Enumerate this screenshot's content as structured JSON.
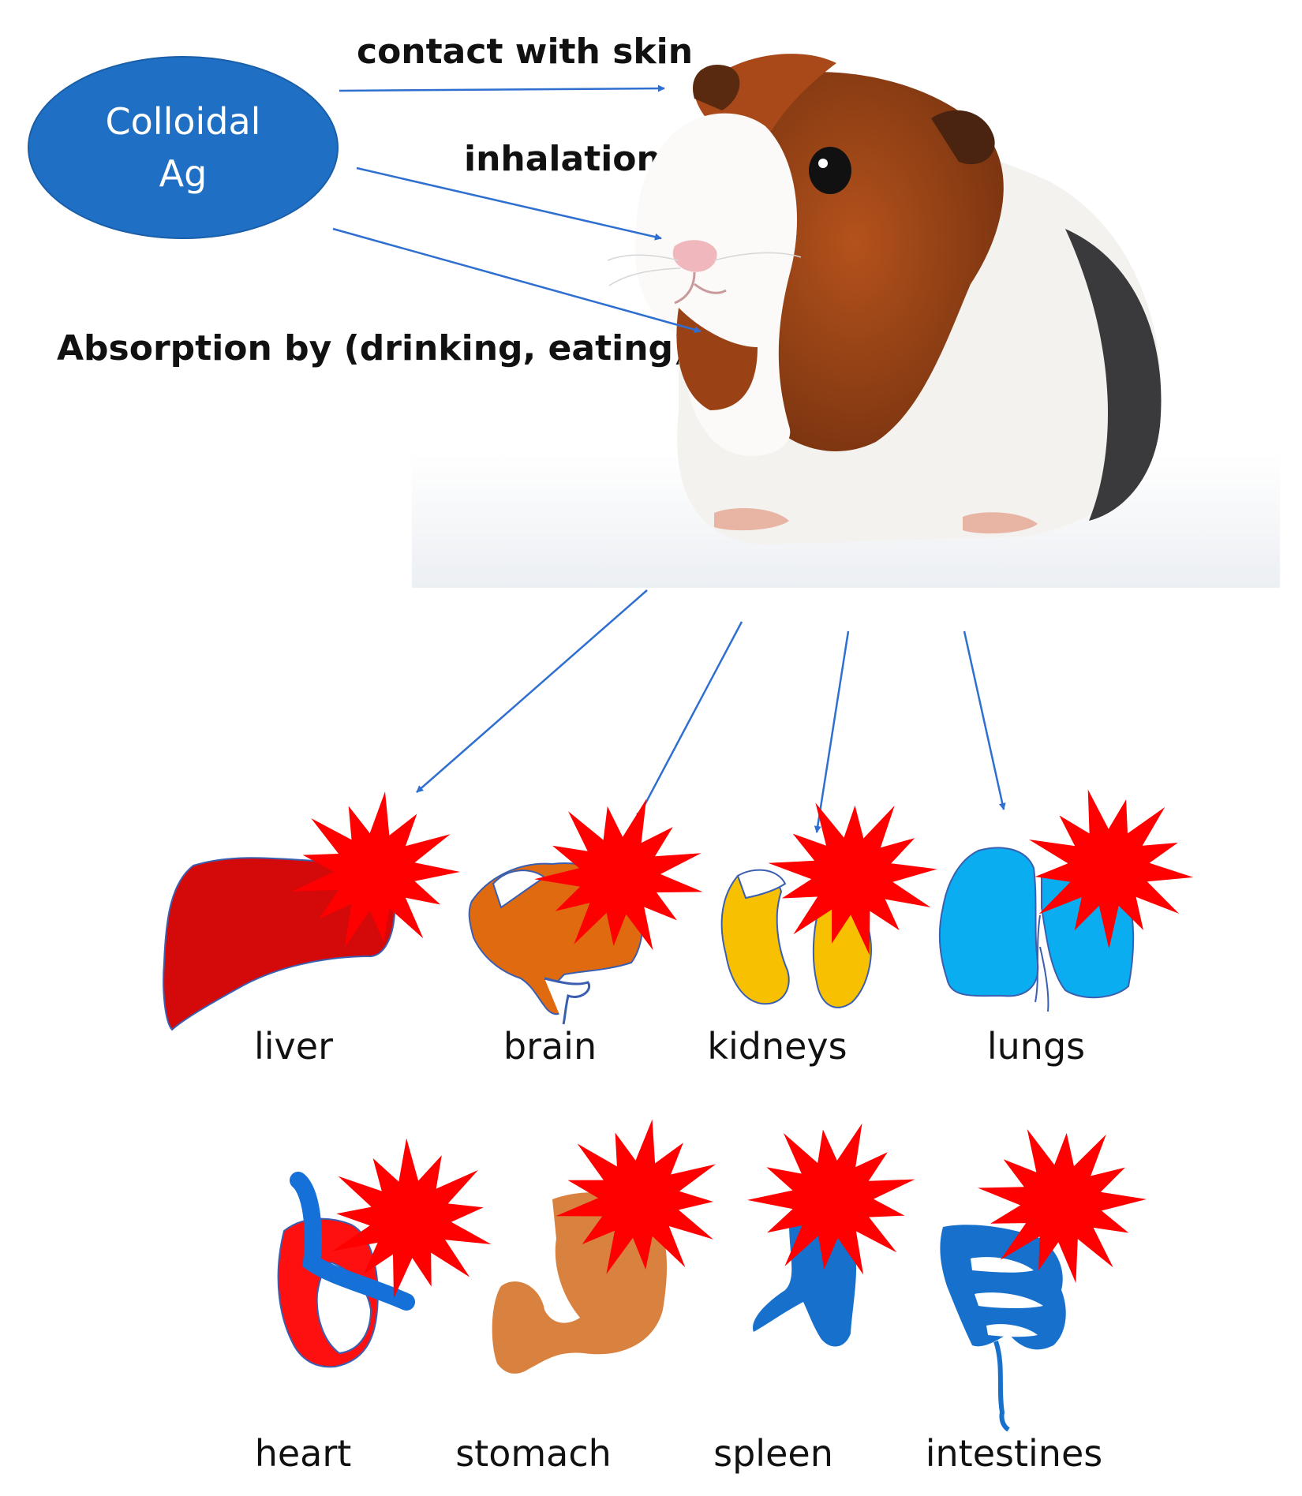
{
  "source": {
    "line1": "Colloidal",
    "line2": "Ag",
    "color": "#1f6fc5"
  },
  "routes": {
    "skin": "contact with skin",
    "inhalation": "inhalation",
    "absorption": "Absorption by (drinking, eating)"
  },
  "organs": {
    "liver": "liver",
    "brain": "brain",
    "kidneys": "kidneys",
    "lungs": "lungs",
    "heart": "heart",
    "stomach": "stomach",
    "spleen": "spleen",
    "intestines": "intestines"
  },
  "colors": {
    "arrow": "#2e6fd0",
    "burst": "#ff0000",
    "liver": "#d40a0a",
    "brain": "#e06a10",
    "kidney": "#f7c000",
    "lungs": "#0aaef0",
    "heart": "#ff1010",
    "heart_vessel": "#1570d8",
    "stomach": "#d98240",
    "spleen": "#1770cc",
    "intestines": "#1770cc"
  }
}
